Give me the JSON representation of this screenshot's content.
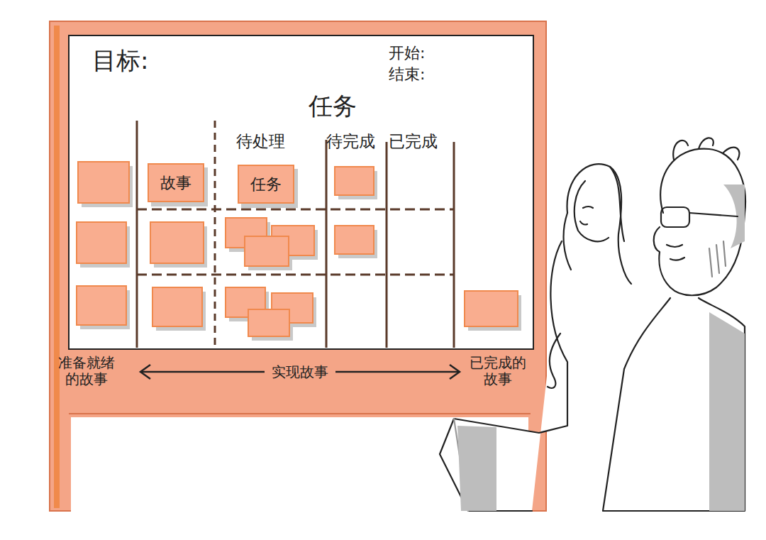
{
  "diagram": {
    "nodes": [
      {
        "text": [
          "故事"
        ]
      },
      {
        "text": [
          "任务"
        ]
      },
      {
        "text": [
          "准备就绪的故事",
          "实现故事",
          "已完成的故事"
        ]
      }
    ],
    "labels": [
      "目标:",
      "开始:",
      "结束:",
      "任务",
      "待处理",
      "待完成",
      "已完成"
    ]
  }
}
